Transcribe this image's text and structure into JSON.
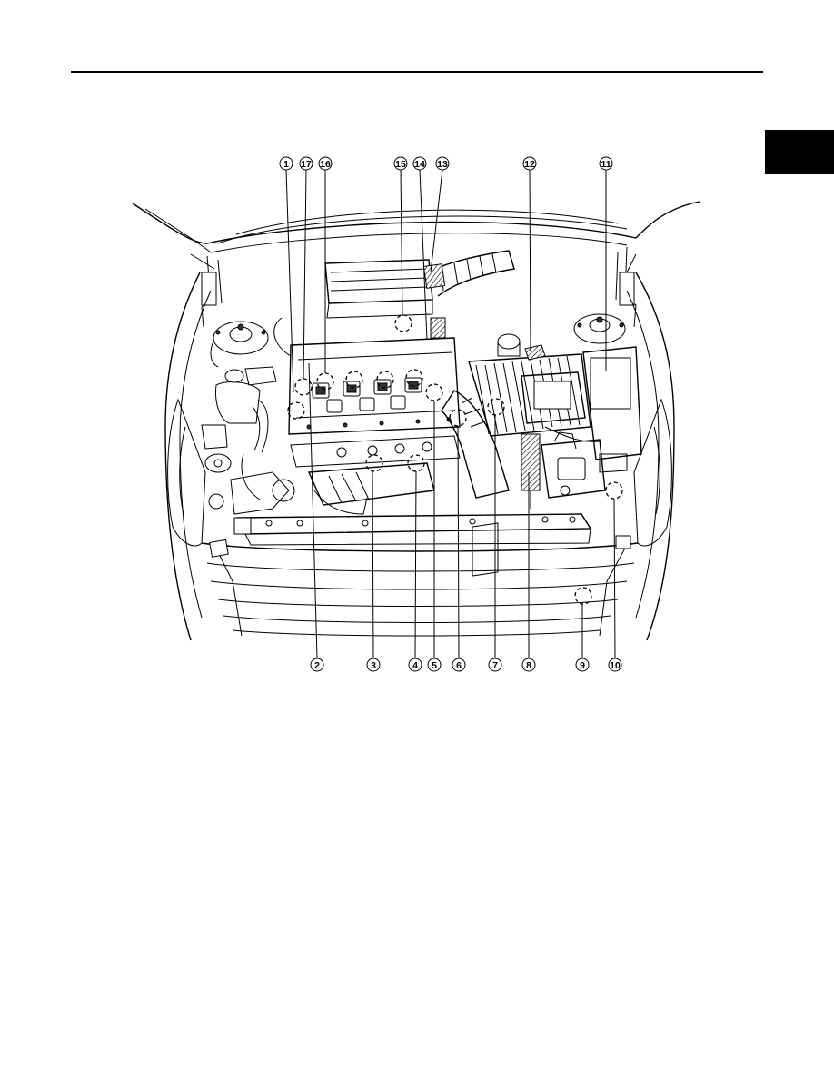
{
  "page": {
    "has_header_rule": true,
    "has_section_tab": true
  },
  "figure": {
    "callouts_top": [
      "1",
      "17",
      "16",
      "15",
      "14",
      "13",
      "12",
      "11"
    ],
    "callouts_bottom": [
      "2",
      "3",
      "4",
      "5",
      "6",
      "7",
      "8",
      "9",
      "10"
    ]
  }
}
